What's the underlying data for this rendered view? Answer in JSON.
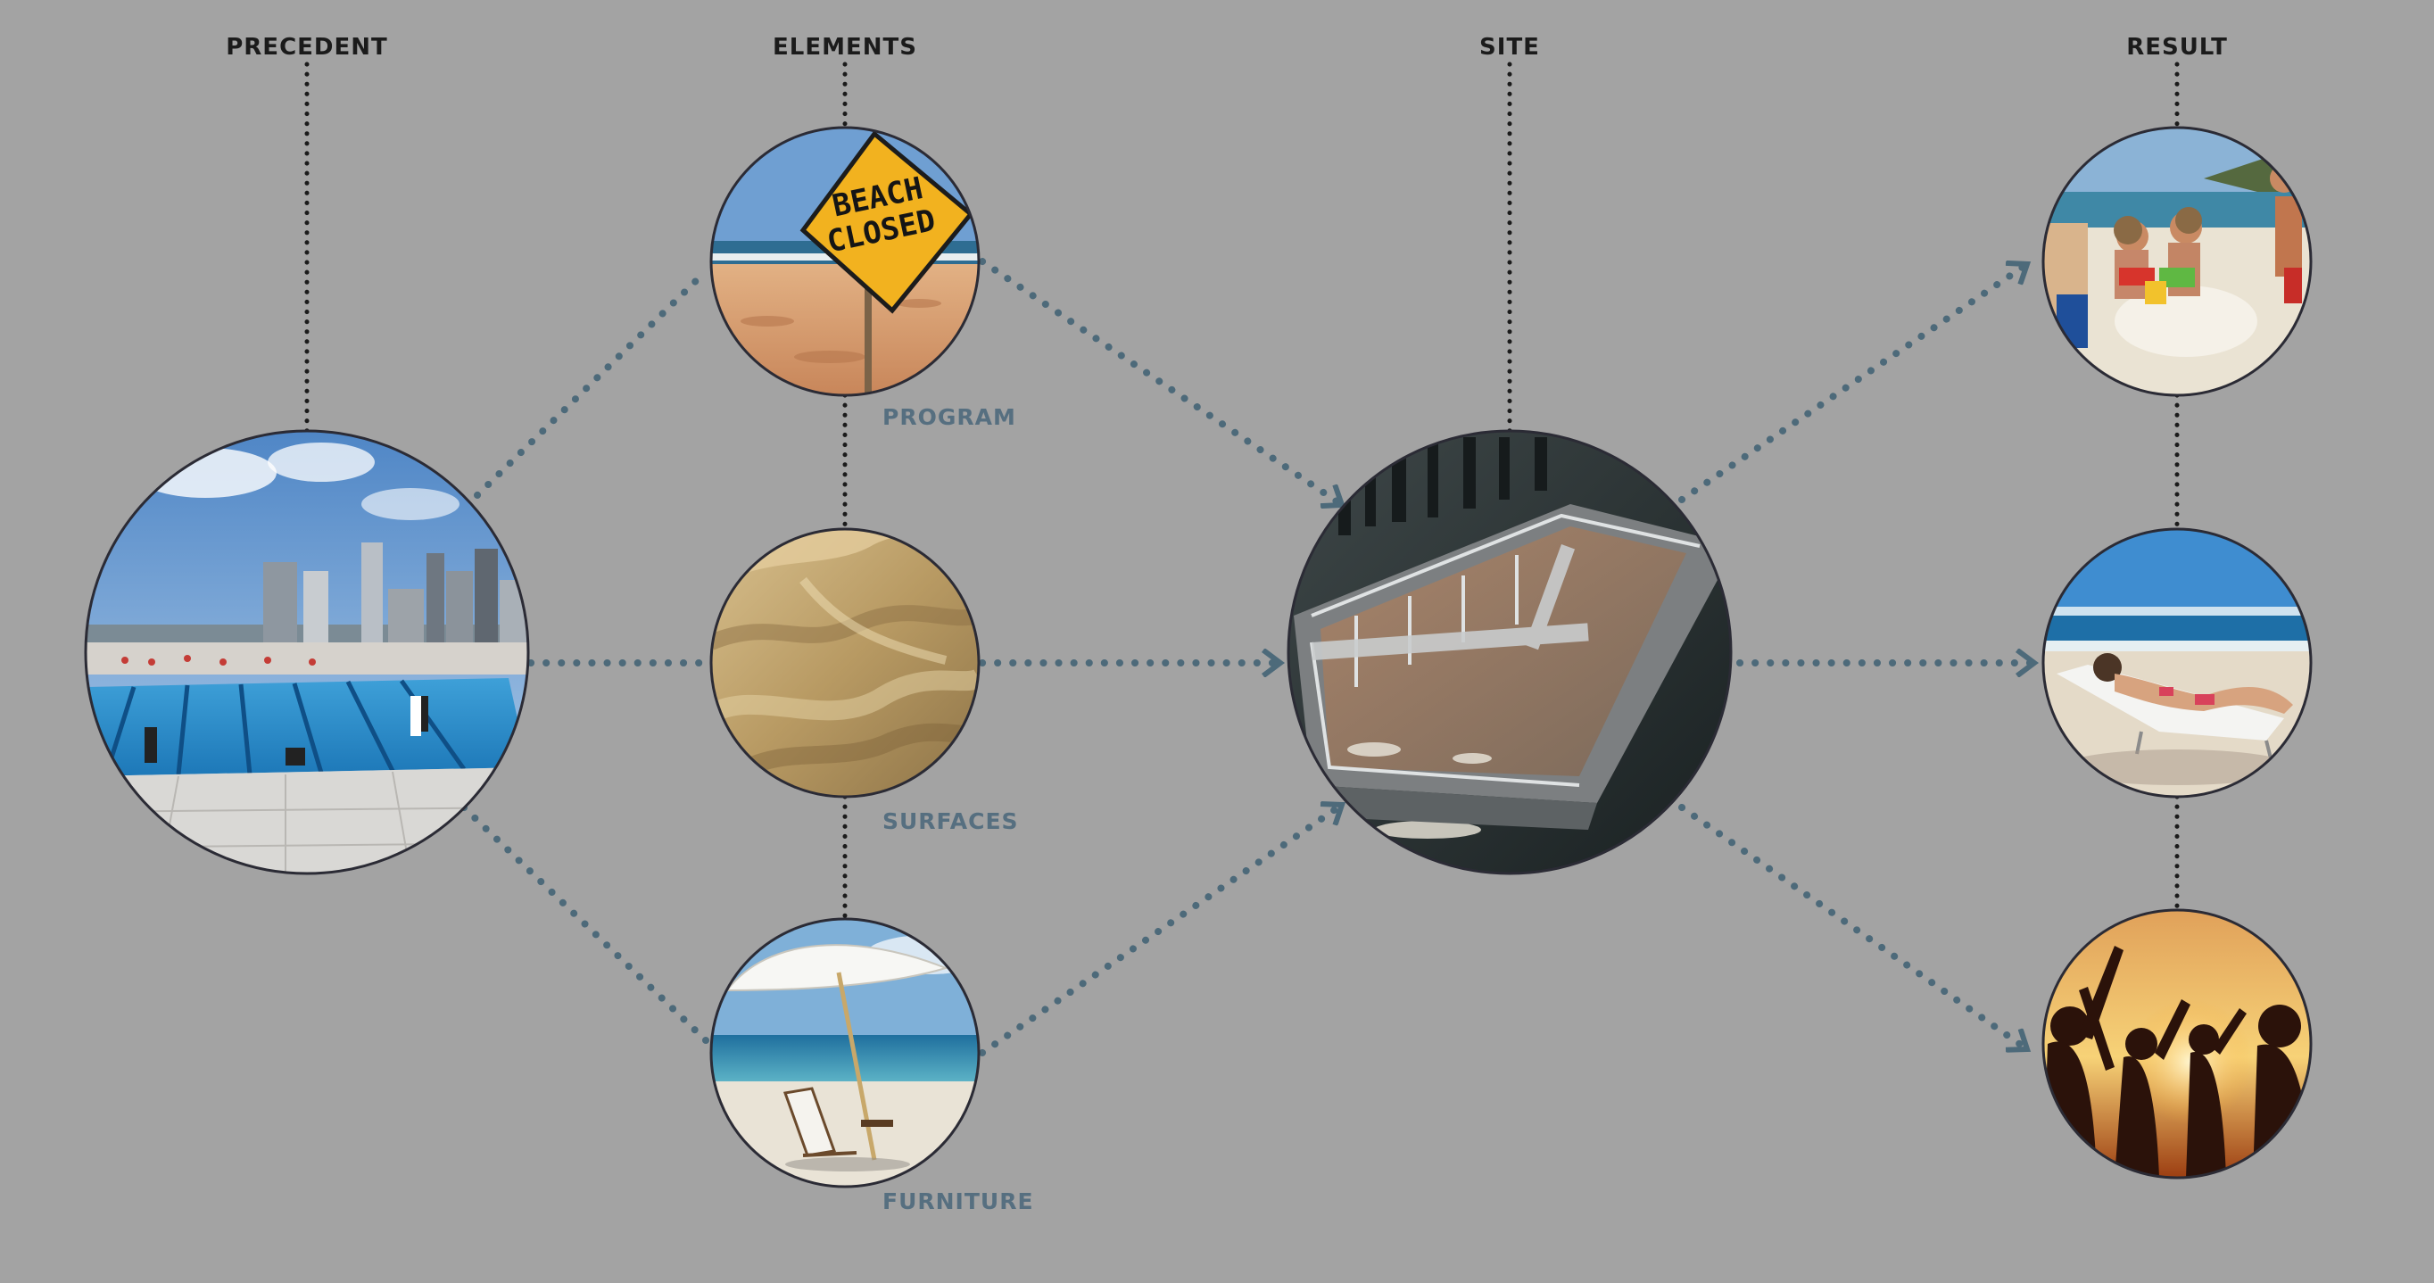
{
  "columns": {
    "precedent": "PRECEDENT",
    "elements": "ELEMENTS",
    "site": "SITE",
    "result": "RESULT"
  },
  "element_labels": {
    "program": "PROGRAM",
    "surfaces": "SURFACES",
    "furniture": "FURNITURE"
  },
  "sign_text": [
    "BEACH",
    "CLOSED"
  ],
  "colors": {
    "background": "#a3a3a3",
    "title_text": "#1b1b1b",
    "label_text": "#566f80",
    "flow_arrow": "#4d6a7a",
    "vertical_dots": "#1b1b1b",
    "circle_stroke": "#2b2b35"
  },
  "nodes": [
    {
      "id": "precedent",
      "depicts": "rooftop pool with city skyline"
    },
    {
      "id": "program",
      "depicts": "beach closed sign on sand"
    },
    {
      "id": "surfaces",
      "depicts": "sand dunes texture"
    },
    {
      "id": "furniture",
      "depicts": "beach umbrella and lounge chair"
    },
    {
      "id": "site",
      "depicts": "empty rusted barge on water"
    },
    {
      "id": "result-1",
      "depicts": "children building sandcastles"
    },
    {
      "id": "result-2",
      "depicts": "woman sunbathing on beach chair"
    },
    {
      "id": "result-3",
      "depicts": "people dancing at sunset"
    }
  ]
}
